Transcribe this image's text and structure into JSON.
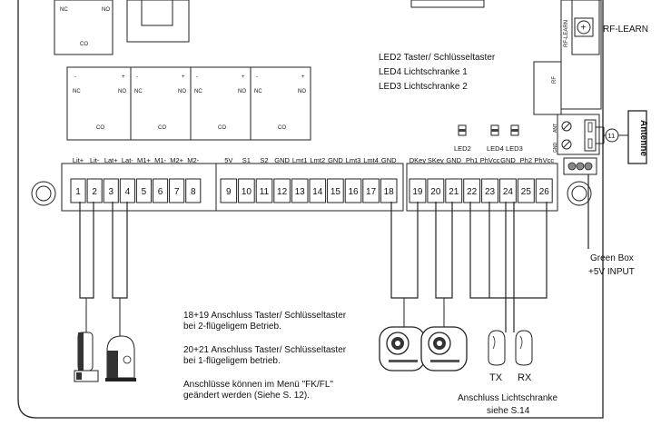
{
  "relay_contacts": {
    "nc": "NC",
    "no": "NO",
    "co": "CO",
    "minus": "-",
    "plus": "+"
  },
  "rf_learn": {
    "board_label": "RF-LEARN",
    "label": "RF-LEARN",
    "rf": "RF"
  },
  "led_legend": [
    "LED2 Taster/ Schlüsseltaster",
    "LED4 Lichtschranke 1",
    "LED3 Lichtschranke 2"
  ],
  "leds": [
    "LED2",
    "LED4",
    "LED3"
  ],
  "antenna": {
    "ant": "ANT",
    "gnd": "GND",
    "connector_number": "11",
    "label": "Antenne"
  },
  "terminal_group_1": {
    "labels": [
      "Lit+",
      "Lit-",
      "Lat+",
      "Lat-",
      "M1+",
      "M1-",
      "M2+",
      "M2-"
    ],
    "numbers": [
      "1",
      "2",
      "3",
      "4",
      "5",
      "6",
      "7",
      "8"
    ]
  },
  "terminal_group_2": {
    "labels": [
      "5V",
      "S1",
      "S2",
      "GND",
      "Lmt1",
      "Lmt2",
      "GND",
      "Lmt3",
      "Lmt4",
      "GND"
    ],
    "numbers": [
      "9",
      "10",
      "11",
      "12",
      "13",
      "14",
      "15",
      "16",
      "17",
      "18"
    ]
  },
  "terminal_group_3": {
    "labels": [
      "DKey",
      "SKey",
      "GND",
      "Ph1",
      "PhVcc",
      "GND",
      "Ph2",
      "PhVcc"
    ],
    "numbers": [
      "19",
      "20",
      "21",
      "22",
      "23",
      "24",
      "25",
      "26"
    ]
  },
  "green_box": {
    "line1": "Green Box",
    "line2": "+5V INPUT"
  },
  "notes": {
    "n1_line1": "18+19 Anschluss Taster/ Schlüsseltaster",
    "n1_line2": "bei 2-flügeligem Betrieb.",
    "n2_line1": "20+21 Anschluss Taster/ Schlüsseltaster",
    "n2_line2": "bei 1-flügeligem betrieb.",
    "n3_line1": "Anschlüsse können im Menü \"FK/FL\"",
    "n3_line2": "geändert werden (Siehe S. 12)."
  },
  "photocells": {
    "tx": "TX",
    "rx": "RX",
    "caption_line1": "Anschluss Lichtschranke",
    "caption_line2": "siehe S.14"
  },
  "colors": {
    "line": "#222222",
    "background": "#ffffff",
    "led": "#444444"
  }
}
